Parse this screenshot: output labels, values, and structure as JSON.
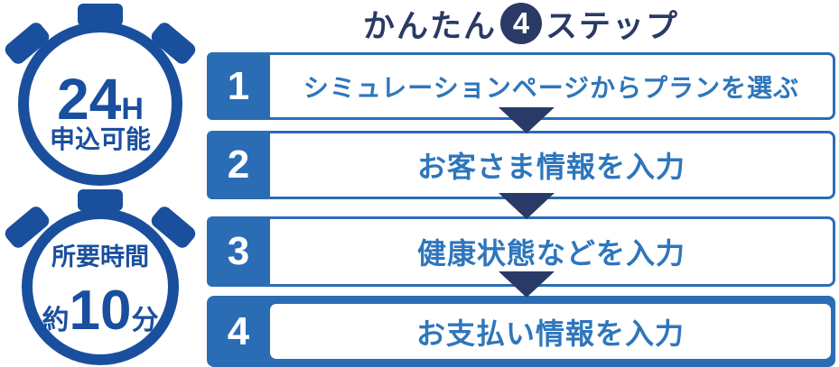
{
  "colors": {
    "stopwatch_blue": "#1a4f9e",
    "step_box_blue": "#2a6db5",
    "step_label_blue": "#2e76bc",
    "navy": "#2a3a66"
  },
  "badge_24h": {
    "hours": "24",
    "unit": "H",
    "caption": "申込可能"
  },
  "badge_duration": {
    "caption": "所要時間",
    "approx": "約",
    "minutes": "10",
    "unit": "分"
  },
  "title": {
    "prefix": "かんたん",
    "step_count": "4",
    "suffix": "ステップ"
  },
  "steps": [
    {
      "number": "1",
      "label": "シミュレーションページからプランを選ぶ"
    },
    {
      "number": "2",
      "label": "お客さま情報を入力"
    },
    {
      "number": "3",
      "label": "健康状態などを入力"
    },
    {
      "number": "4",
      "label": "お支払い情報を入力"
    }
  ]
}
